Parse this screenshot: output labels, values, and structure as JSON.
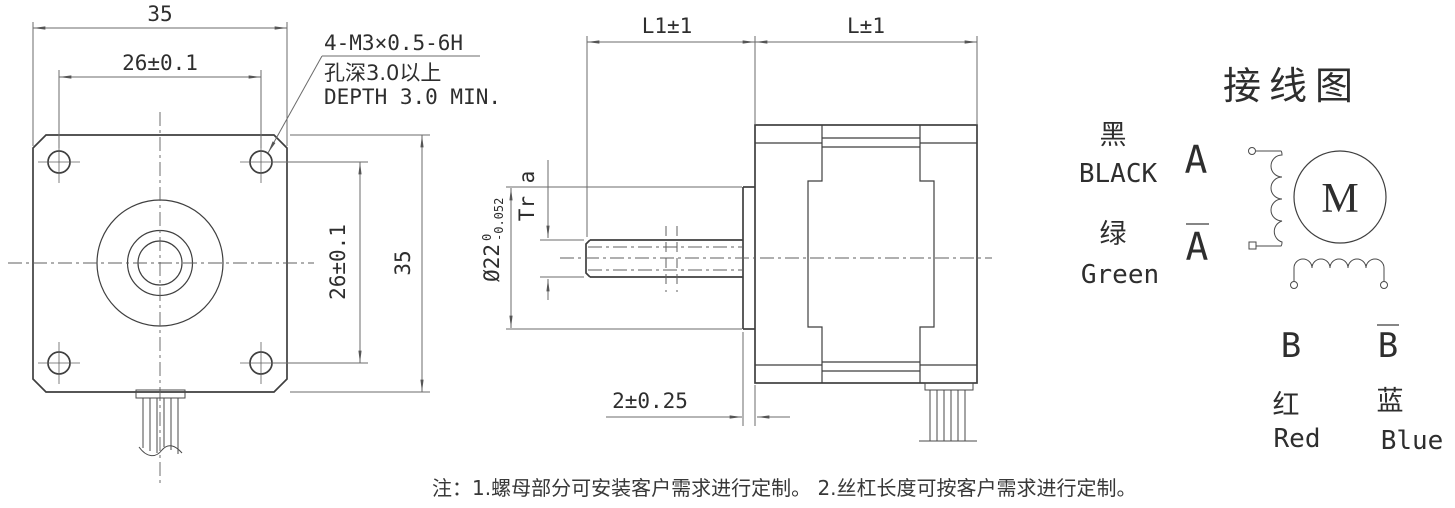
{
  "front_view": {
    "dim_width_top": "35",
    "dim_hole_pitch_top": "26±0.1",
    "dim_hole_pitch_right": "26±0.1",
    "dim_height_right": "35",
    "thread_callout": {
      "line1": "4-M3×0.5-6H",
      "line2": "孔深3.0以上",
      "line3": "DEPTH 3.0 MIN."
    }
  },
  "side_view": {
    "dim_screw_length": "L1±1",
    "dim_body_length": "L±1",
    "thread_spec": "Tr a",
    "pilot_diameter": {
      "main": "Ø22",
      "tol_upper": "0",
      "tol_lower": "-0.052"
    },
    "dim_boss_height": "2±0.25"
  },
  "wiring_diagram": {
    "title": "接线图",
    "motor_symbol": "M",
    "lead_a": {
      "cn": "黑",
      "en": "BLACK",
      "phase": "A"
    },
    "lead_a_bar": {
      "cn": "绿",
      "en": "Green",
      "phase": "A"
    },
    "lead_b": {
      "cn": "红",
      "en": "Red",
      "phase": "B"
    },
    "lead_b_bar": {
      "cn": "蓝",
      "en": "Blue",
      "phase": "B"
    }
  },
  "notes": {
    "text": "注：1.螺母部分可安装客户需求进行定制。 2.丝杠长度可按客户需求进行定制。"
  }
}
